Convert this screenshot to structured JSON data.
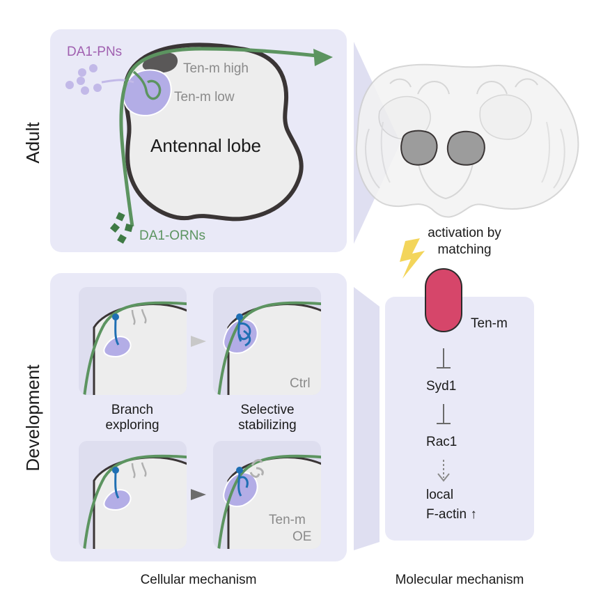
{
  "section_labels": {
    "adult": "Adult",
    "development": "Development",
    "cellular": "Cellular mechanism",
    "molecular": "Molecular mechanism"
  },
  "adult_panel": {
    "pn_label": "DA1-PNs",
    "orn_label": "DA1-ORNs",
    "ten_m_high": "Ten-m high",
    "ten_m_low": "Ten-m low",
    "lobe_label": "Antennal lobe"
  },
  "development_panels": {
    "branch_exploring_1": "Branch",
    "branch_exploring_2": "exploring",
    "selective_1": "Selective",
    "selective_2": "stabilizing",
    "ctrl": "Ctrl",
    "ten_m_oe_1": "Ten-m",
    "ten_m_oe_2": "OE"
  },
  "molecular_panel": {
    "activation_1": "activation by",
    "activation_2": "matching",
    "ten_m": "Ten-m",
    "syd1": "Syd1",
    "rac1": "Rac1",
    "local": "local",
    "factin": "F-actin ↑"
  },
  "colors": {
    "panel_bg": "#e9e9f7",
    "inner_panel_bg": "#dedeef",
    "lobe_fill": "#ededed",
    "outline_dark": "#3a3535",
    "orn_green": "#5c9460",
    "pn_purple": "#a897d8",
    "glomerulus_fill": "#b3ade6",
    "axon_blue": "#1f6fb3",
    "ten_m_red": "#d6466a",
    "bolt_yellow": "#f3d55b",
    "gray_text": "#8a8a8a",
    "pn_label_color": "#a060b0",
    "orn_label_color": "#5c9460"
  }
}
